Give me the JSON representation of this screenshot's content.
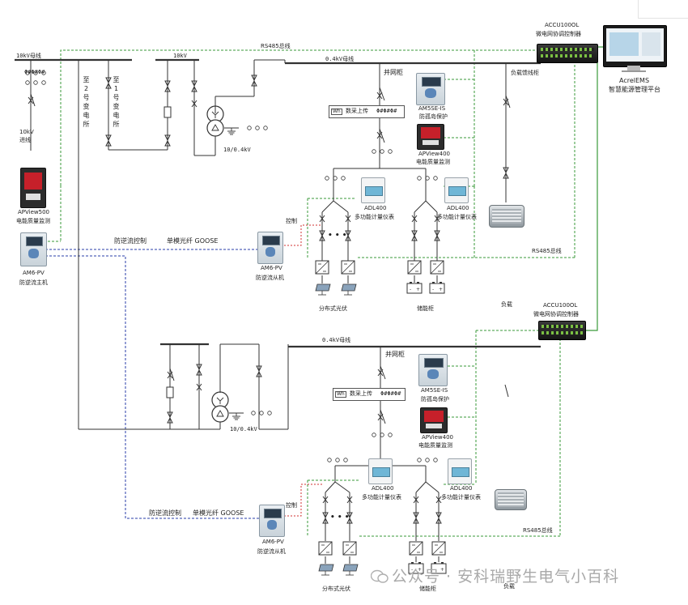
{
  "upper": {
    "bus_10kv_label": "10kV母线",
    "bus_10kv_right_label": "10kV",
    "bus_04kv_label": "0.4kV母线",
    "to_no2_substation": "至2号变电所",
    "to_no1_substation": "至1号变电所",
    "incoming_10kv": "10kV进线",
    "transformer_ratio": "10/0.4kV",
    "grid_cabinet": "并网柜",
    "load_feeder_cabinet": "负载馈线柜",
    "upload_text": "数采上传",
    "meter_symbol": "Wh",
    "am5se_model": "AM5SE-IS",
    "am5se_desc": "防孤岛保护",
    "apview400_model": "APView400",
    "apview400_desc": "电能质量监测",
    "apview500_model": "APView500",
    "apview500_desc": "电能质量监测",
    "adl400_left_model": "ADL400",
    "adl400_left_desc": "多功能计量仪表",
    "adl400_right_model": "ADL400",
    "adl400_right_desc": "多功能计量仪表",
    "am6pv_master_model": "AM6-PV",
    "am6pv_master_desc": "防逆流主机",
    "am6pv_slave_model": "AM6-PV",
    "am6pv_slave_desc": "防逆流从机",
    "anti_backflow_control": "防逆流控制",
    "fiber_goose": "单模光纤 GOOSE",
    "control_label": "控制",
    "pv_label": "分布式光伏",
    "storage_label": "储能柜",
    "load_label": "负载",
    "rs485_top": "RS485总线",
    "rs485_right": "RS485总线",
    "accu_model": "ACCU100OL",
    "accu_desc": "微电网协调控制器",
    "ems_model": "AcrelEMS",
    "ems_desc": "智慧能源管理平台",
    "ct_symbol": "Φ#Φ#Φ#",
    "ellipsis": "• • •"
  },
  "lower": {
    "bus_04kv_label": "0.4kV母线",
    "transformer_ratio": "10/0.4kV",
    "grid_cabinet": "并网柜",
    "upload_text": "数采上传",
    "meter_symbol": "Wh",
    "am5se_model": "AM5SE-IS",
    "am5se_desc": "防孤岛保护",
    "apview400_model": "APView400",
    "apview400_desc": "电能质量监测",
    "adl400_left_model": "ADL400",
    "adl400_left_desc": "多功能计量仪表",
    "adl400_right_model": "ADL400",
    "adl400_right_desc": "多功能计量仪表",
    "am6pv_slave_model": "AM6-PV",
    "am6pv_slave_desc": "防逆流从机",
    "anti_backflow_control": "防逆流控制",
    "fiber_goose": "单模光纤 GOOSE",
    "control_label": "控制",
    "pv_label": "分布式光伏",
    "storage_label": "储能柜",
    "load_label": "负载",
    "rs485_right": "RS485总线",
    "accu_model": "ACCU100OL",
    "accu_desc": "微电网协调控制器",
    "ellipsis": "• • •"
  },
  "watermark": "公众号 · 安科瑞野生电气小百科",
  "colors": {
    "line": "#333333",
    "rs485_dashed": "#3a9a3a",
    "goose_dashed": "#2a3ea8",
    "control_dashed": "#d03030"
  }
}
